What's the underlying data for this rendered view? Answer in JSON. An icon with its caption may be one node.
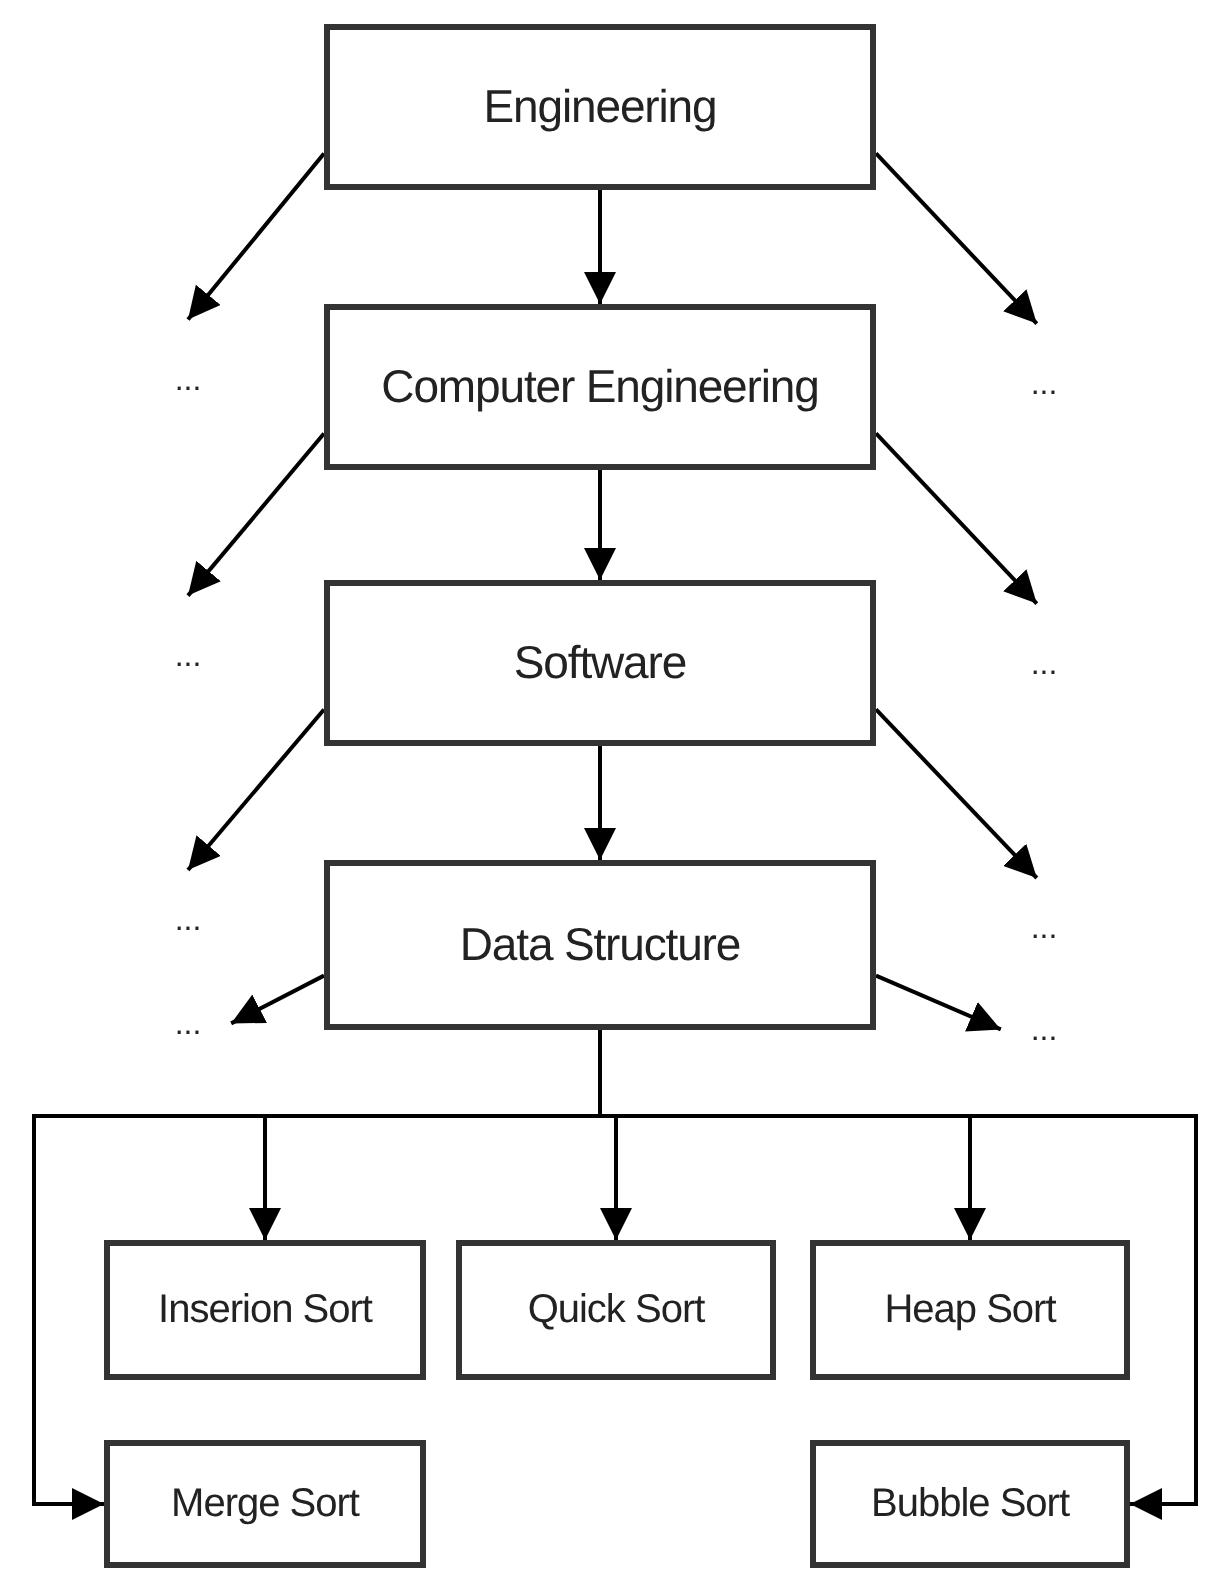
{
  "diagram": {
    "nodes": [
      {
        "text": [
          "Engineering"
        ]
      },
      {
        "text": [
          "..."
        ]
      },
      {
        "text": [
          "Computer Engineering"
        ]
      },
      {
        "text": [
          "..."
        ]
      },
      {
        "text": [
          "..."
        ]
      },
      {
        "text": [
          "Software"
        ]
      },
      {
        "text": [
          "..."
        ]
      },
      {
        "text": [
          "..."
        ]
      },
      {
        "text": [
          "Data Structure"
        ]
      },
      {
        "text": [
          "..."
        ]
      },
      {
        "text": [
          "..."
        ]
      },
      {
        "text": [
          "..."
        ]
      },
      {
        "text": [
          "Inserion Sort"
        ]
      },
      {
        "text": [
          "Quick Sort"
        ]
      },
      {
        "text": [
          "Heap Sort"
        ]
      },
      {
        "text": [
          "Merge Sort"
        ]
      },
      {
        "text": [
          "Bubble Sort"
        ]
      }
    ],
    "edges": [
      {
        "from": 0,
        "to": 1,
        "arrow": "to"
      },
      {
        "from": 0,
        "to": 2,
        "arrow": "to"
      },
      {
        "from": 0,
        "to": 3,
        "arrow": "to"
      },
      {
        "from": 2,
        "to": 4,
        "arrow": "to"
      },
      {
        "from": 2,
        "to": 5,
        "arrow": "to"
      },
      {
        "from": 2,
        "to": 6,
        "arrow": "to"
      },
      {
        "from": 5,
        "to": 7,
        "arrow": "to"
      },
      {
        "from": 5,
        "to": 8,
        "arrow": "to"
      },
      {
        "from": 5,
        "to": 9,
        "arrow": "to"
      },
      {
        "from": 8,
        "to": 10,
        "arrow": "to"
      },
      {
        "from": 8,
        "to": 11,
        "arrow": "to"
      },
      {
        "from": 8,
        "to": 12,
        "arrow": "to"
      },
      {
        "from": 8,
        "to": 13,
        "arrow": "to"
      },
      {
        "from": 8,
        "to": 14,
        "arrow": "to"
      },
      {
        "from": 8,
        "to": 15,
        "arrow": "to"
      },
      {
        "from": 8,
        "to": 16,
        "arrow": "to"
      }
    ]
  }
}
